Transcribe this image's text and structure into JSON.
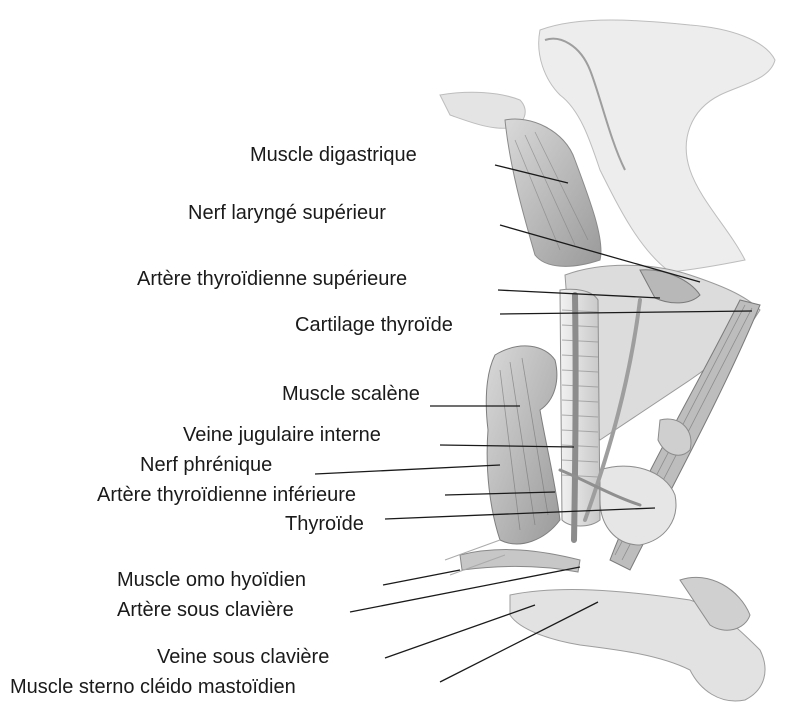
{
  "labels": {
    "muscle_digastrique": "Muscle digastrique",
    "nerf_larynge_superieur": "Nerf laryngé supérieur",
    "artere_thyroidienne_superieure": "Artère thyroïdienne supérieure",
    "cartilage_thyroide": "Cartilage thyroïde",
    "muscle_scalene": "Muscle scalène",
    "veine_jugulaire_interne": "Veine jugulaire interne",
    "nerf_phrenique": "Nerf phrénique",
    "artere_thyroidienne_inferieure": "Artère thyroïdienne inférieure",
    "thyroide": "Thyroïde",
    "muscle_omo_hyoidien": "Muscle omo hyoïdien",
    "artere_sous_claviere": "Artère sous clavière",
    "veine_sous_claviere": "Veine sous clavière",
    "muscle_sterno_cleido_mastoidien": "Muscle sterno cléido mastoïdien"
  }
}
